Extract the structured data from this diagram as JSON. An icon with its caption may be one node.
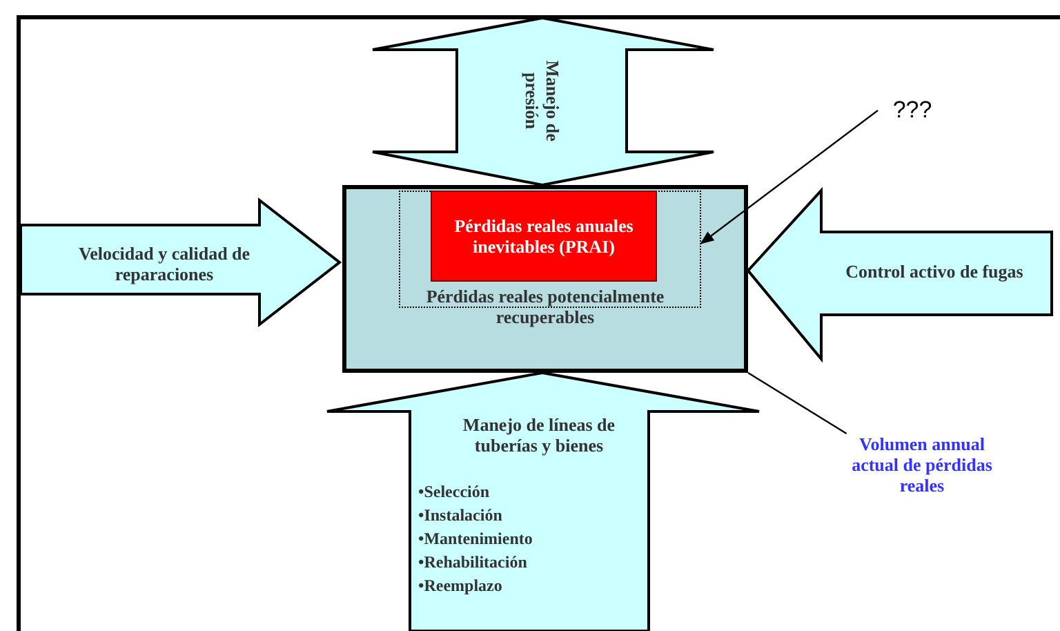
{
  "diagram": {
    "nodes": [
      {
        "text": [
          "Pérdidas reales potencialmente recuperables"
        ]
      },
      {
        "text": [],
        "shape": "box",
        "in": 0
      },
      {
        "text": [
          "Pérdidas reales anuales inevitables (PRAI)"
        ],
        "in": 1
      },
      {
        "text": [
          "Manejo de presión"
        ]
      },
      {
        "text": [
          "Velocidad y calidad de reparaciones"
        ]
      },
      {
        "text": [
          "Control activo de fugas"
        ]
      },
      {
        "text": [
          "Manejo de líneas de tuberías y bienes",
          "•Selección",
          "•Instalación",
          "•Mantenimiento",
          "•Rehabilitación",
          "•Reemplazo"
        ]
      },
      {
        "text": [
          "???"
        ]
      },
      {
        "text": [
          "Volumen annual actual de pérdidas reales"
        ]
      }
    ],
    "edges": [
      {
        "from": 7,
        "to": 1,
        "arrow": "to"
      },
      {
        "from": 8,
        "to": 0,
        "arrow": "none"
      }
    ]
  }
}
